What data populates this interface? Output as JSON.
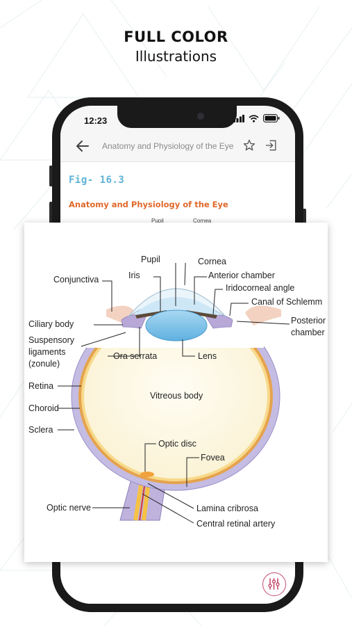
{
  "headline": {
    "line1": "FULL COLOR",
    "line2": "Illustrations"
  },
  "status_bar": {
    "time": "12:23"
  },
  "app_bar": {
    "title": "Anatomy and Physiology of the Eye"
  },
  "content": {
    "figure_label": "Fig- 16.3",
    "section_title": "Anatomy and Physiology of the Eye",
    "peek_labels": [
      "Pupil",
      "Cornea"
    ]
  },
  "diagram": {
    "labels": {
      "pupil": "Pupil",
      "cornea": "Cornea",
      "iris": "Iris",
      "anterior_chamber": "Anterior chamber",
      "conjunctiva": "Conjunctiva",
      "iridocorneal_angle": "Iridocorneal angle",
      "canal_of_schlemm": "Canal of Schlemm",
      "ciliary_body": "Ciliary body",
      "posterior_line1": "Posterior",
      "posterior_line2": "chamber",
      "suspensory_line1": "Suspensory",
      "suspensory_line2": "ligaments",
      "suspensory_line3": "(zonule)",
      "ora_serrata": "Ora serrata",
      "lens": "Lens",
      "retina": "Retina",
      "vitreous_body": "Vitreous body",
      "choroid": "Choroid",
      "sclera": "Sclera",
      "optic_disc": "Optic disc",
      "fovea": "Fovea",
      "optic_nerve": "Optic nerve",
      "lamina_cribrosa": "Lamina cribrosa",
      "central_retinal_artery": "Central retinal artery"
    }
  },
  "colors": {
    "fig_label": "#5fb3d6",
    "section_title": "#e0682a",
    "fab_accent": "#c44a6c"
  },
  "icons": [
    "back-arrow-icon",
    "star-outline-icon",
    "exit-icon",
    "signal-icon",
    "wifi-icon",
    "battery-icon",
    "sliders-icon",
    "camera-icon"
  ]
}
